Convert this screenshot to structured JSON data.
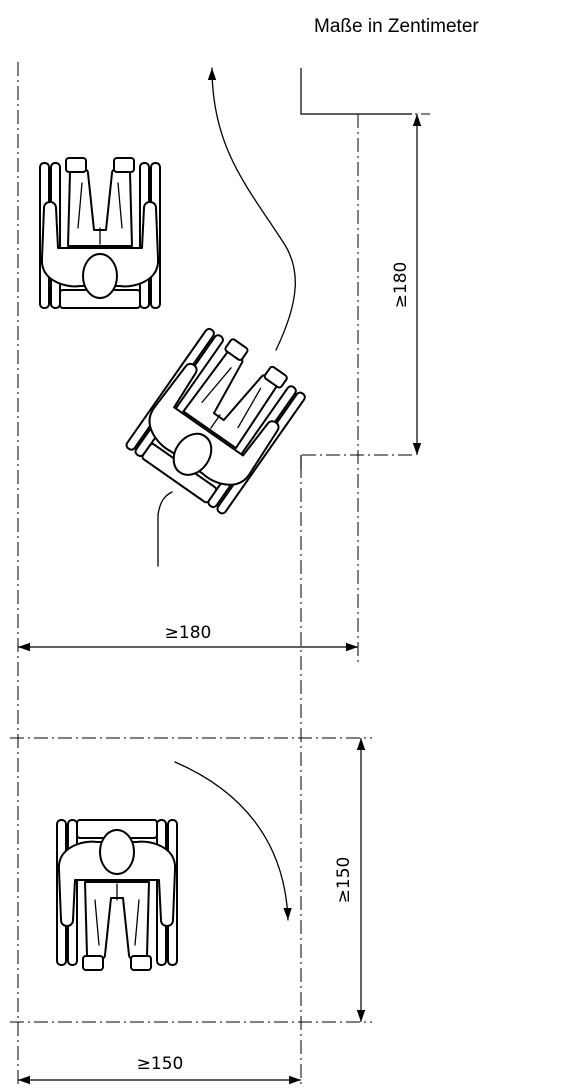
{
  "caption": "Maße in Zentimeter",
  "dimensions": {
    "corridor_width": "≥180",
    "door_opening": "≥180",
    "turning_area_height": "≥150",
    "turning_area_width": "≥150"
  }
}
